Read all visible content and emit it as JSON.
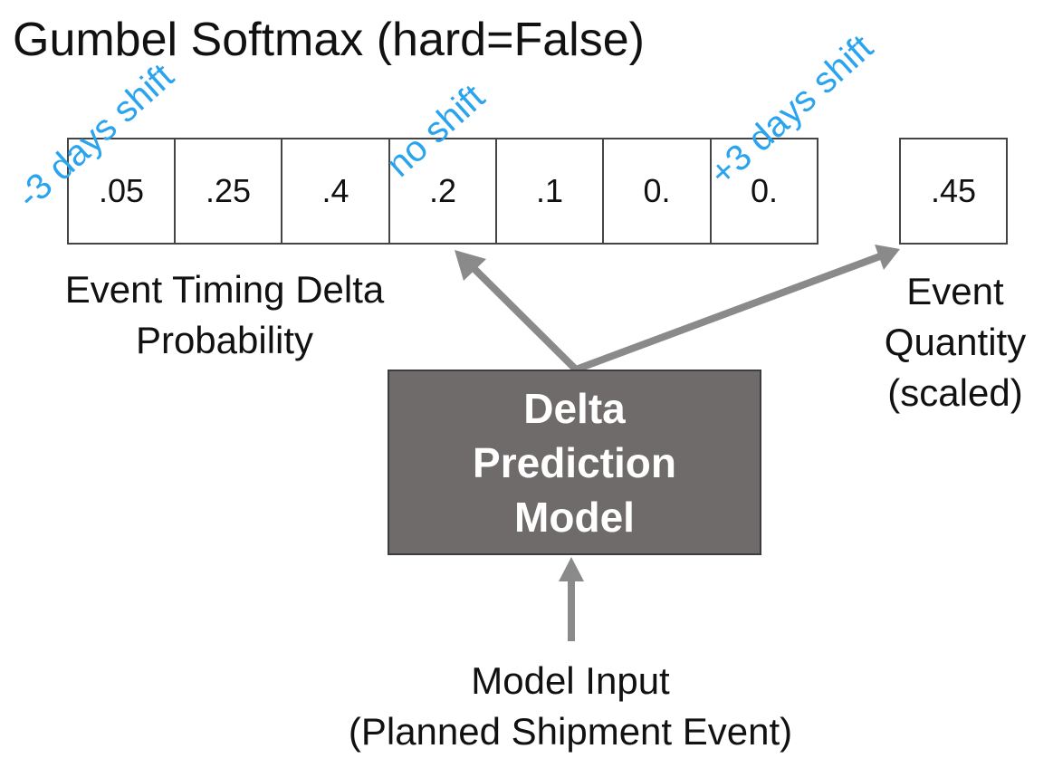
{
  "title": "Gumbel Softmax (hard=False)",
  "probabilities": [
    ".05",
    ".25",
    ".4",
    ".2",
    ".1",
    "0.",
    "0."
  ],
  "quantity_value": ".45",
  "shift_labels": {
    "minus": "-3 days shift",
    "none": "no shift",
    "plus": "+3 days shift"
  },
  "timing_label": [
    "Event Timing Delta",
    "Probability"
  ],
  "quantity_label": [
    "Event",
    "Quantity",
    "(scaled)"
  ],
  "model_box": [
    "Delta",
    "Prediction",
    "Model"
  ],
  "input_label": [
    "Model Input",
    "(Planned Shipment Event)"
  ],
  "colors": {
    "shift_text": "#2aa4ef",
    "model_box_fill": "#6f6b6b",
    "arrow": "#8a8a8a"
  }
}
